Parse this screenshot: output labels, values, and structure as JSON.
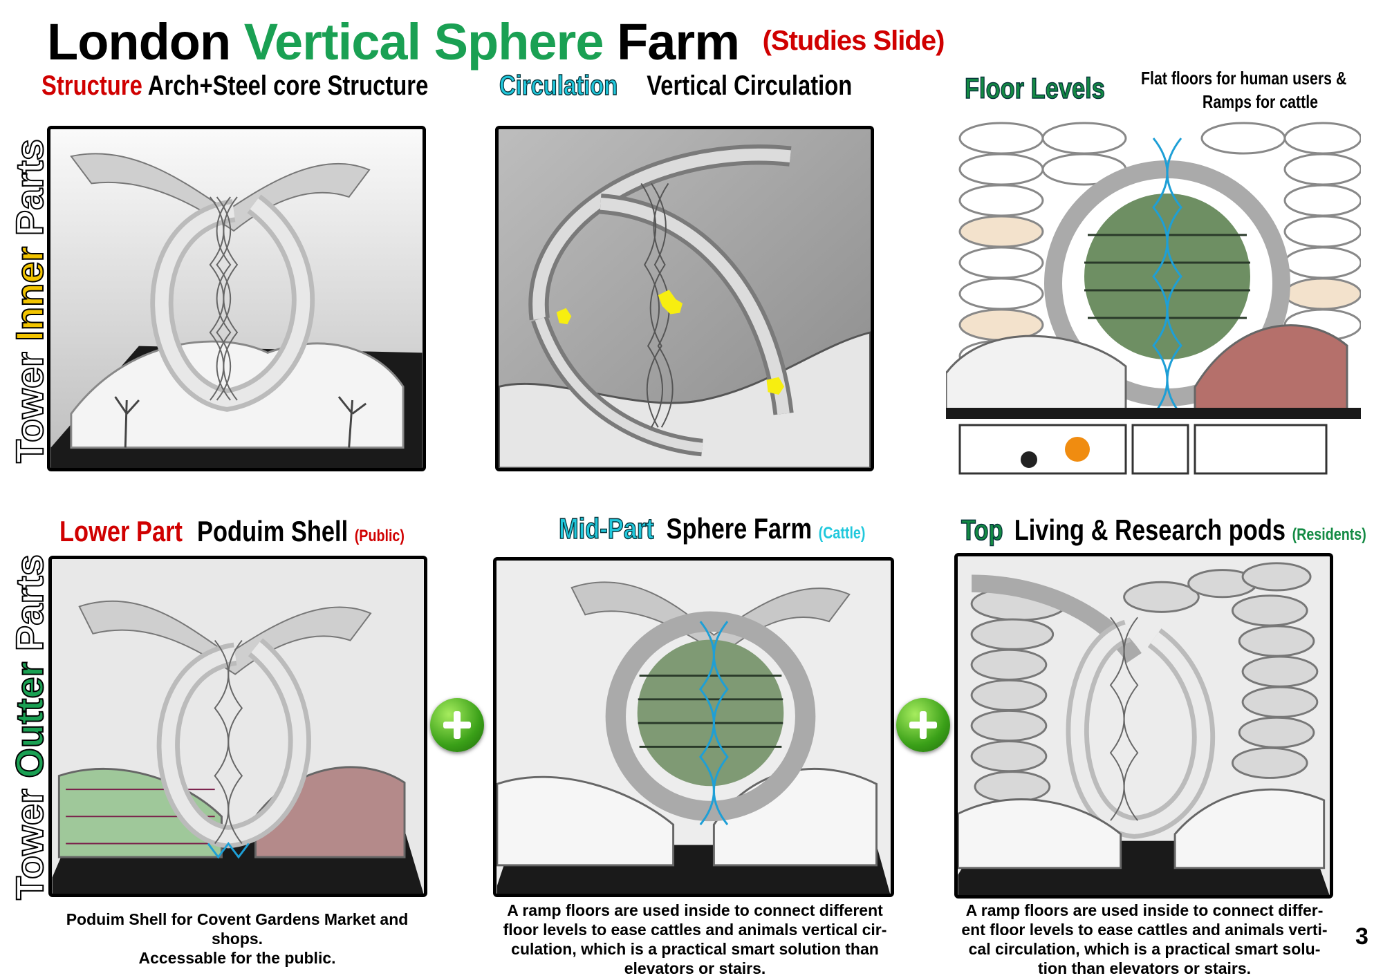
{
  "title": {
    "part1": "London",
    "part2": "Vertical Sphere",
    "part3": "Farm",
    "tag": "(Studies Slide)"
  },
  "side_labels": {
    "inner": {
      "a": "Tower ",
      "b": "Inner",
      "c": " Parts"
    },
    "outer": {
      "a": "Tower ",
      "b": "Outter",
      "c": " Parts"
    }
  },
  "top_row": {
    "structure": {
      "keyword": "Structure",
      "text": "Arch+Steel core Structure"
    },
    "circulation": {
      "keyword": "Circulation",
      "text": "Vertical Circulation"
    },
    "floor_levels": {
      "keyword": "Floor Levels",
      "note_line1": "Flat floors for human users &",
      "note_line2": "Ramps for cattle"
    }
  },
  "bottom_row": {
    "lower": {
      "keyword": "Lower Part",
      "text": "Poduim Shell",
      "tag": "(Public)",
      "caption_line1": "Poduim Shell for Covent Gardens Market and",
      "caption_line2": "shops.",
      "caption_line3": "Accessable for the public."
    },
    "mid": {
      "keyword": "Mid-Part",
      "text": "Sphere Farm",
      "tag": "(Cattle)",
      "caption_line1": "A ramp floors are used inside to connect different",
      "caption_line2": "floor levels to ease cattles and animals vertical cir-",
      "caption_line3": "culation, which is a practical smart solution than",
      "caption_line4": "elevators or stairs."
    },
    "top": {
      "keyword": "Top",
      "text": "Living & Research pods",
      "tag": "(Residents)",
      "caption_line1": "A ramp floors are used inside to connect differ-",
      "caption_line2": "ent floor levels to ease cattles and animals verti-",
      "caption_line3": "cal circulation, which is a practical smart solu-",
      "caption_line4": "tion than elevators or stairs."
    }
  },
  "page_number": "3",
  "colors": {
    "red": "#d00000",
    "green": "#1aa053",
    "cyan": "#20c8dc",
    "yellow": "#f2c400"
  },
  "icons": [
    "plus-icon",
    "plus-icon"
  ]
}
